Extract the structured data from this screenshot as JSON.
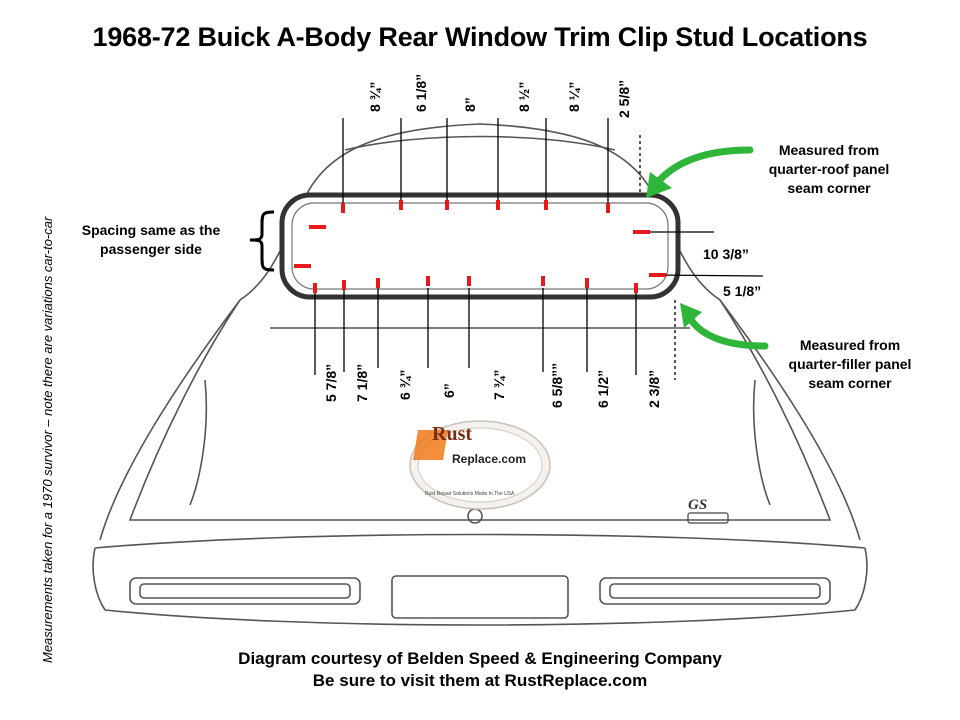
{
  "title": "1968-72 Buick A-Body Rear Window Trim Clip Stud Locations",
  "side_note": "Measurements taken for a 1970 survivor – note there are variations car-to-car",
  "callouts": {
    "left": [
      "Spacing same as the",
      "passenger side"
    ],
    "top_right": [
      "Measured from",
      "quarter-roof panel",
      "seam corner"
    ],
    "bottom_right": [
      "Measured from",
      "quarter-filler  panel",
      "seam corner"
    ]
  },
  "measurements": {
    "top": [
      "8 ¾”",
      "6 1/8”",
      "8”",
      "8 ½”",
      "8 ¼”",
      "2 5/8”"
    ],
    "bottom": [
      "5 7/8”",
      "7 1/8”",
      "6 ¾”",
      "6”",
      "7 ¾”",
      "6 5/8””",
      "6 1/2”",
      "2 3/8”"
    ],
    "right_upper": "10 3/8”",
    "right_lower": "5 1/8”"
  },
  "logo": {
    "line1": "Rust",
    "line2": "Replace.com",
    "tagline": "Rust Repair Solutions Made In The USA"
  },
  "badge": "GS",
  "footer": {
    "line1": "Diagram courtesy of Belden Speed & Engineering Company",
    "line2": "Be sure to visit them at RustReplace.com"
  },
  "colors": {
    "accent_red": "#e8191b",
    "arrow_green": "#2fb53a",
    "line": "#000000"
  },
  "icons": [
    "left-brace",
    "green-arrow-icon"
  ]
}
